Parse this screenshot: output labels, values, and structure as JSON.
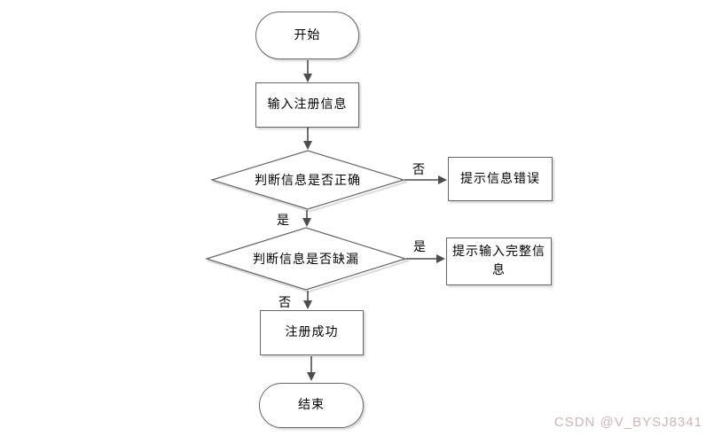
{
  "flowchart": {
    "nodes": {
      "start": {
        "label": "开始",
        "shape": "terminator"
      },
      "input_info": {
        "label": "输入注册信息",
        "shape": "process"
      },
      "check_correct": {
        "label": "判断信息是否正确",
        "shape": "decision"
      },
      "error_prompt": {
        "label": "提示信息错误",
        "shape": "process"
      },
      "check_missing": {
        "label": "判断信息是否缺漏",
        "shape": "decision"
      },
      "complete_prompt": {
        "label": "提示输入完整信息",
        "shape": "process"
      },
      "register_success": {
        "label": "注册成功",
        "shape": "process"
      },
      "end": {
        "label": "结束",
        "shape": "terminator"
      }
    },
    "edge_labels": {
      "correct_no": "否",
      "correct_yes": "是",
      "missing_yes": "是",
      "missing_no": "否"
    },
    "colors": {
      "shape_fill": "#ffffff",
      "shape_border": "#666666",
      "arrow": "#4d4d4d",
      "shadow": "#dcdcdc",
      "text": "#000000"
    }
  },
  "watermark": {
    "text": "CSDN @V_BYSJ8341",
    "color": "#ccb5b5"
  }
}
